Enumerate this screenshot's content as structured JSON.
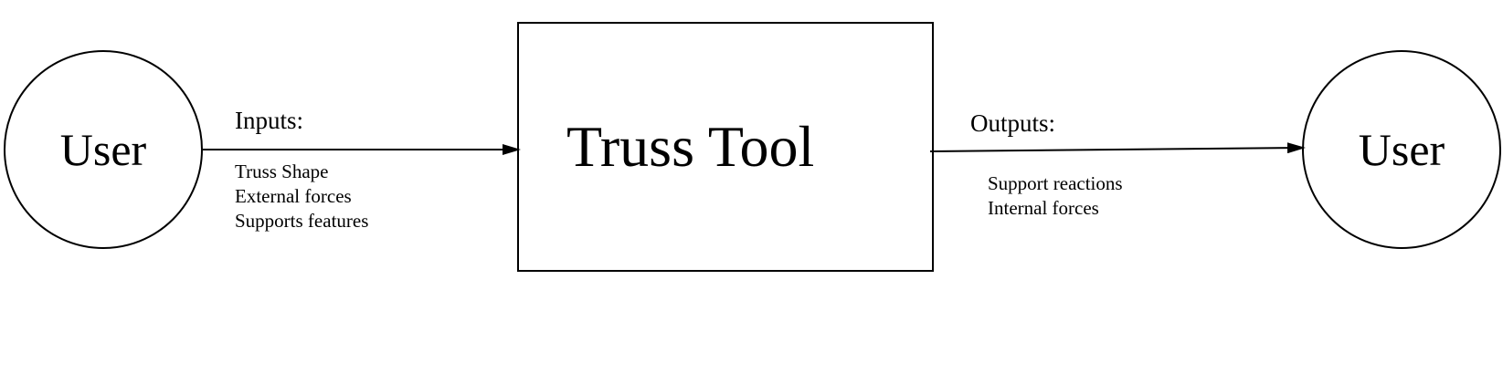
{
  "colors": {
    "stroke": "#000000",
    "background": "#ffffff",
    "text": "#000000"
  },
  "nodes": {
    "user_left": "User",
    "system": "Truss Tool",
    "user_right": "User"
  },
  "inputs": {
    "heading": "Inputs:",
    "items": [
      "Truss Shape",
      "External forces",
      "Supports features"
    ]
  },
  "outputs": {
    "heading": "Outputs:",
    "items": [
      "Support reactions",
      "Internal forces"
    ]
  }
}
